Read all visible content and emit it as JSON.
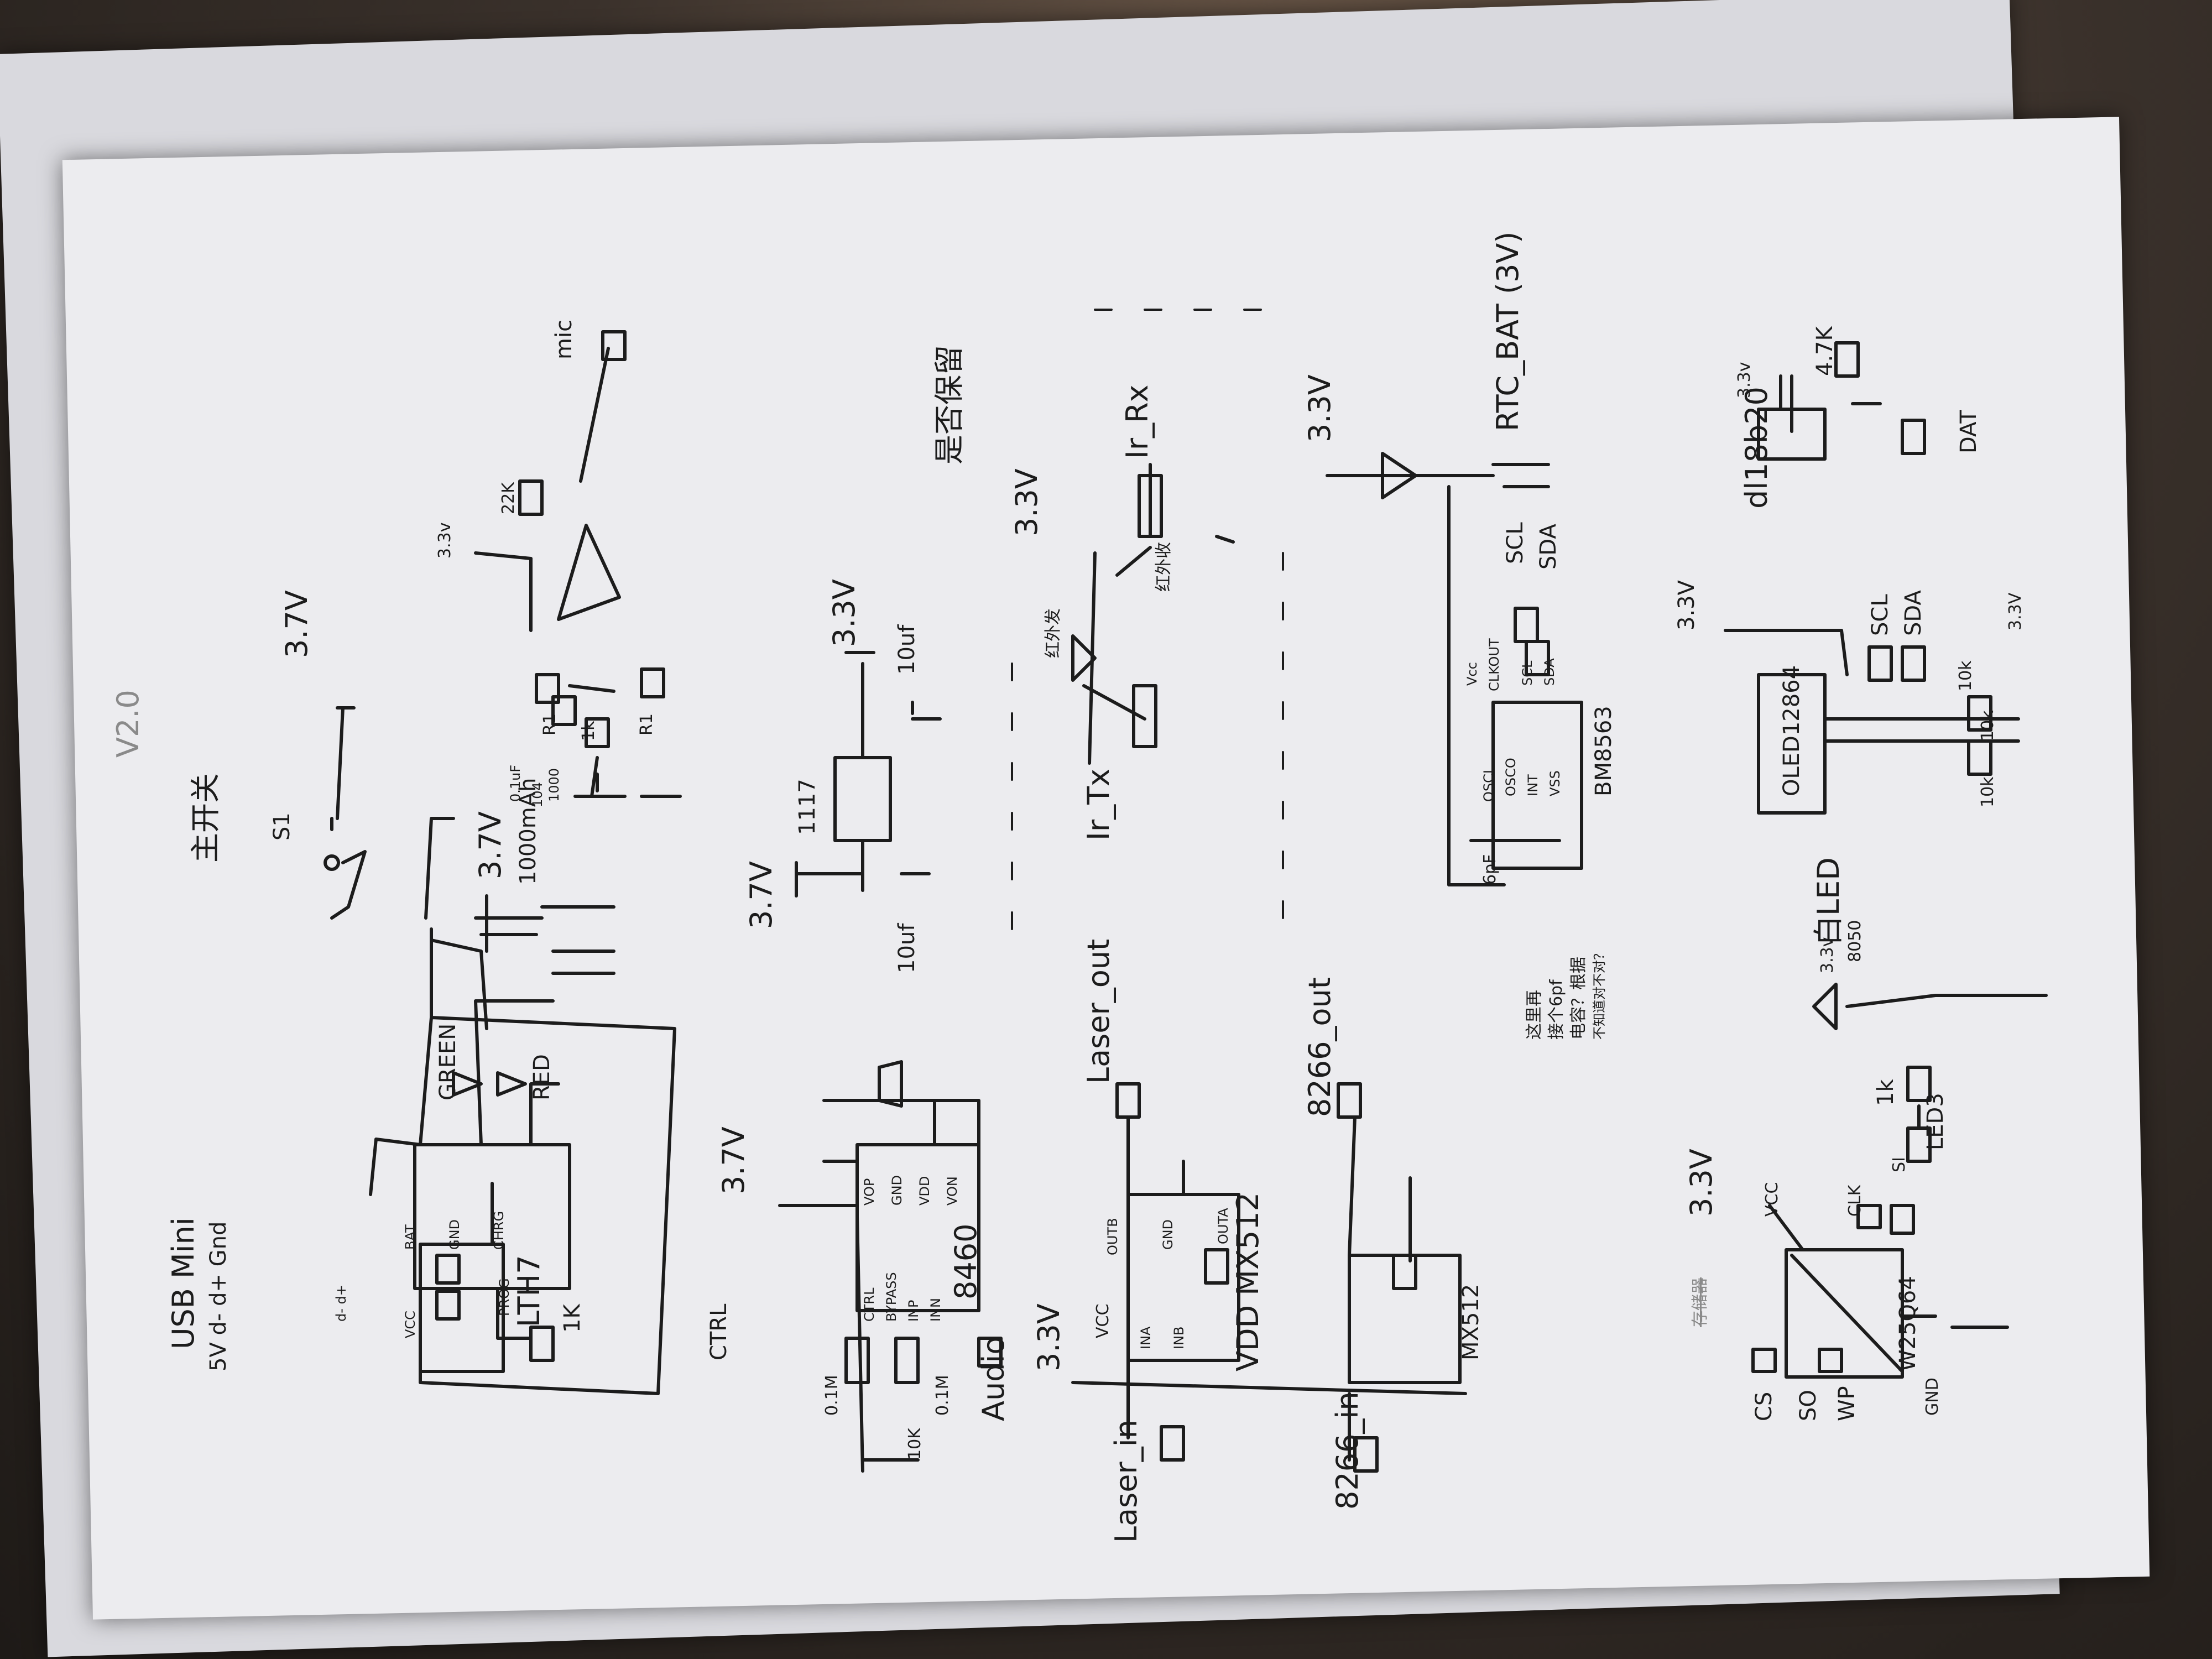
{
  "title": "V2.0",
  "power": {
    "usb_connector": "USB Mini",
    "usb_pins": "5V d- d+ Gnd",
    "usb_pins_short": "d- d+",
    "charger_ic": "LTH7",
    "charger_pins": [
      "VCC",
      "BAT",
      "GND",
      "PROG",
      "CHRG"
    ],
    "prog_resistor": "1K",
    "led_green": "GREEN",
    "led_red": "RED",
    "battery_voltage": "3.7V",
    "battery_capacity": "1000mAh",
    "battery_mah_short": "1000",
    "switch_label": "主开关",
    "switch_ref": "S1",
    "switch_out": "3.7V"
  },
  "mic": {
    "label": "mic",
    "rail": "3.3v",
    "feedback_resistor": "22K",
    "resistors": [
      "R1",
      "1k",
      "R1"
    ],
    "cap": "0.1uF",
    "cap_short": "104"
  },
  "ldo": {
    "ic": "1117",
    "in_voltage": "3.7V",
    "out_voltage": "3.3V",
    "cap_in": "10uf",
    "cap_out": "10uf"
  },
  "ir": {
    "rail": "3.3V",
    "tx_label": "Ir_Tx",
    "rx_label": "Ir_Rx",
    "tx_led": "红外发",
    "rx_part": "红外收",
    "note": "是否保留"
  },
  "rtc": {
    "rail": "3.3V",
    "battery": "RTC_BAT (3V)",
    "scl": "SCL",
    "sda": "SDA",
    "ic": "BM8563",
    "pins": [
      "OSCI",
      "OSCO",
      "INT",
      "VSS",
      "Vcc",
      "CLKOUT",
      "SCL",
      "SDA"
    ],
    "cap": "6pF",
    "note_lines": [
      "这里再",
      "接个6pf",
      "电容？根据",
      "不知道对不对？"
    ]
  },
  "temp": {
    "sensor": "dl18b20",
    "rail": "3.3v",
    "pullup": "4.7K",
    "out": "DAT"
  },
  "oled": {
    "rail": "3.3V",
    "display": "OLED12864",
    "scl": "SCL",
    "sda": "SDA",
    "pullups": [
      "10k",
      "10k",
      "10k"
    ],
    "supply": "3.3V"
  },
  "audio": {
    "rail": "3.7V",
    "ctrl": "CTRL",
    "amp": "8460",
    "amp_label": "Audio",
    "pins": [
      "CTRL",
      "BYPASS",
      "INP",
      "INN",
      "VOP",
      "GND",
      "VDD",
      "VON"
    ],
    "parts": [
      "0.1M",
      "10K",
      "0.1M"
    ]
  },
  "laser": {
    "rail": "3.3V",
    "in": "Laser_in",
    "out": "Laser_out",
    "ic": "VDD MX512",
    "pins": [
      "VCC",
      "INA",
      "INB",
      "OUTB",
      "GND",
      "OUTA"
    ]
  },
  "esp": {
    "in": "8266_in",
    "out": "8266_out",
    "ic": "MX512"
  },
  "flash": {
    "rail": "3.3V",
    "ic": "W25Q64",
    "pins": [
      "VCC",
      "CLK",
      "SI",
      "CS",
      "SO",
      "WP",
      "GND"
    ],
    "crossed": "存储器"
  },
  "status": {
    "rail": "3.3v",
    "led": "LED3",
    "resistor": "1k",
    "label": "白LED",
    "pin": "8050"
  },
  "colors": {
    "ink": "#1c1c1c",
    "paper": "#ececef",
    "background": "#2b2521"
  }
}
